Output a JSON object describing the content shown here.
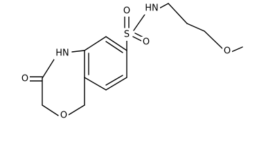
{
  "molecule": {
    "atoms": {
      "nh_sulfonamide": "HN",
      "sulfur": "S",
      "o_sulfonyl_top": "O",
      "o_sulfonyl_bottom": "O",
      "o_methoxy": "O",
      "nh_ring": "HN",
      "o_carbonyl": "O",
      "o_ring": "O"
    },
    "colors": {
      "bonds": "#000000",
      "labels": "#000000",
      "background": "#ffffff"
    }
  }
}
